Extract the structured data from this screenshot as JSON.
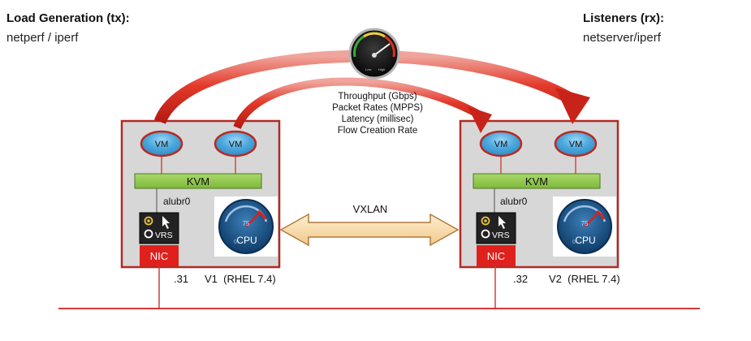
{
  "left_header": {
    "title": "Load Generation (tx):",
    "subtitle": "netperf / iperf"
  },
  "right_header": {
    "title": "Listeners (rx):",
    "subtitle": "netserver/iperf"
  },
  "metrics": [
    "Throughput (Gbps)",
    "Packet Rates (MPPS)",
    "Latency (millisec)",
    "Flow Creation Rate"
  ],
  "tunnel_label": "VXLAN",
  "gauge_labels": {
    "low": "Low",
    "high": "High"
  },
  "hosts": [
    {
      "vms": [
        "VM",
        "VM"
      ],
      "hypervisor": "KVM",
      "bridge": "alubr0",
      "vrs": "VRS",
      "nic": "NIC",
      "cpu_label": "CPU",
      "cpu_value": "75",
      "cpu_zero": "0",
      "ip": ".31",
      "name": "V1  (RHEL 7.4)"
    },
    {
      "vms": [
        "VM",
        "VM"
      ],
      "hypervisor": "KVM",
      "bridge": "alubr0",
      "vrs": "VRS",
      "nic": "NIC",
      "cpu_label": "CPU",
      "cpu_value": "75",
      "cpu_zero": "0",
      "ip": ".32",
      "name": "V2  (RHEL 7.4)"
    }
  ],
  "colors": {
    "flow_arrow": "#d42a1e",
    "host_border": "#b22a24",
    "vm_fill": "#3b92cc",
    "kvm_fill": "#8cc641",
    "nic_fill": "#e0201c",
    "vxlan_fill": "#f7d9a3",
    "network_line": "#d43a3a"
  }
}
